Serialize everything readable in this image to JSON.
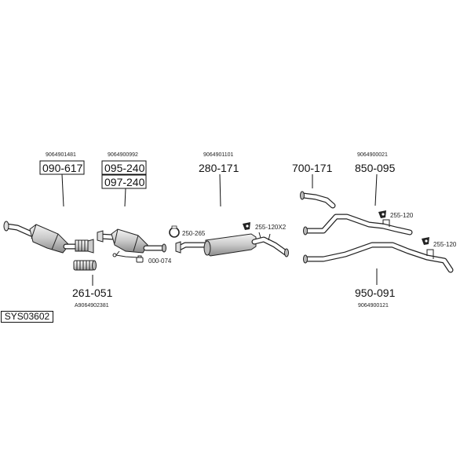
{
  "system_code": "SYS03602",
  "parts": {
    "p090617": {
      "oem": "9064901481",
      "part_no": "090-617"
    },
    "p095240": {
      "oem": "9064900992",
      "part_no": "095-240"
    },
    "p097240": {
      "part_no": "097-240"
    },
    "p280171": {
      "oem": "9064901101",
      "part_no": "280-171"
    },
    "p700171": {
      "part_no": "700-171"
    },
    "p850095": {
      "oem": "9064900021",
      "part_no": "850-095"
    },
    "p261051": {
      "oem": "A9064902381",
      "part_no": "261-051"
    },
    "p950091": {
      "oem": "9064900121",
      "part_no": "950-091"
    }
  },
  "fittings": {
    "f250265": "250-265",
    "f000074": "000-074",
    "f255120x2": "255-120X2",
    "f255120a": "255-120",
    "f255120b": "255-120"
  },
  "colors": {
    "line": "#222222",
    "catalyst_fill": "#dcdcdc",
    "background": "#ffffff"
  },
  "icons": {
    "clamp": "clamp-icon",
    "hanger": "rubber-hanger-icon",
    "sensor": "sensor-icon"
  }
}
